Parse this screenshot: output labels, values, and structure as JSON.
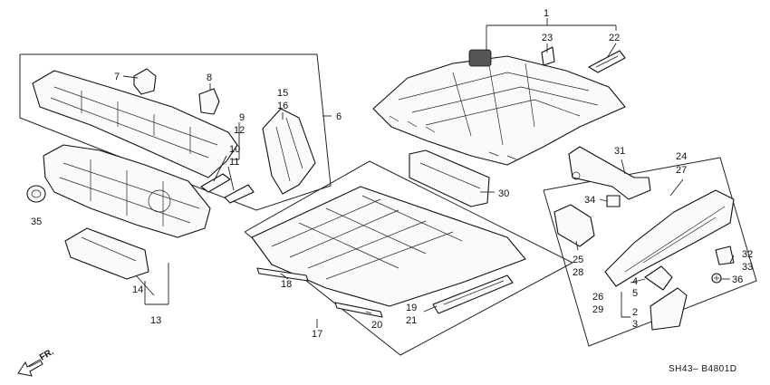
{
  "callouts": [
    "1",
    "2",
    "3",
    "4",
    "5",
    "6",
    "7",
    "8",
    "9",
    "10",
    "11",
    "12",
    "13",
    "14",
    "15",
    "16",
    "17",
    "18",
    "19",
    "20",
    "21",
    "22",
    "23",
    "24",
    "25",
    "26",
    "27",
    "28",
    "29",
    "30",
    "31",
    "32",
    "33",
    "34",
    "35",
    "36"
  ],
  "direction_label": "FR.",
  "diagram_code": "SH43– B4801D"
}
